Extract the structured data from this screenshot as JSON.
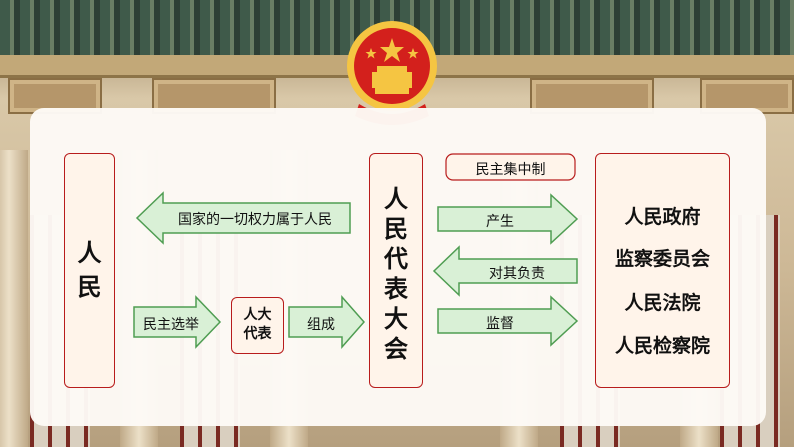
{
  "nodes": {
    "people": [
      "人",
      "民"
    ],
    "congress": [
      "人",
      "民",
      "代",
      "表",
      "大",
      "会"
    ],
    "deputies": [
      "人大",
      "代表"
    ],
    "organs": [
      "人民政府",
      "监察委员会",
      "人民法院",
      "人民检察院"
    ]
  },
  "labels": {
    "power_belongs": "国家的一切权力属于人民",
    "elect": "民主选举",
    "compose": "组成",
    "centralism": "民主集中制",
    "produce": "产生",
    "responsible": "对其负责",
    "supervise": "监督"
  },
  "colors": {
    "arrow_fill": "#d9f0d6",
    "arrow_stroke": "#4f9d52",
    "box_fill": "#fff4ea",
    "box_stroke": "#b81c1c",
    "emblem_red": "#d3201c",
    "emblem_gold": "#f5c542"
  },
  "icons": [
    "national-emblem-icon"
  ]
}
